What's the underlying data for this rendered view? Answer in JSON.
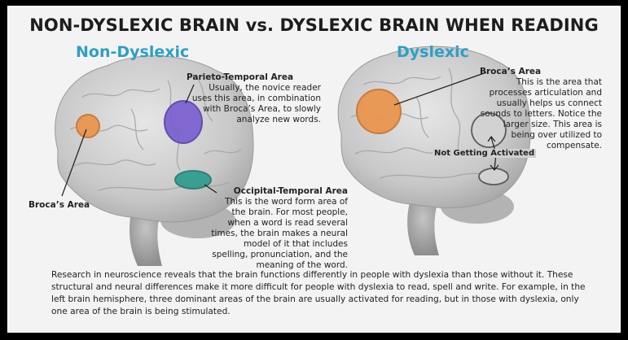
{
  "title": "NON-DYSLEXIC BRAIN vs. DYSLEXIC BRAIN WHEN READING",
  "left": {
    "heading": "Non-Dyslexic",
    "parieto": {
      "name": "Parieto-Temporal Area",
      "text": "Usually, the novice reader uses this area, in combination with Broca’s Area, to slowly analyze new words."
    },
    "occipital": {
      "name": "Occipital-Temporal Area",
      "text": "This is the word form area of the brain. For most people, when a word is read several times, the brain makes a neural model of it that includes spelling, pronunciation, and the meaning of the word."
    },
    "broca": {
      "name": "Broca’s Area"
    }
  },
  "right": {
    "heading": "Dyslexic",
    "broca": {
      "name": "Broca’s Area",
      "text": "This is the area that processes articulation and usually helps us connect sounds to letters. Notice the larger size. This area is being over utilized to compensate."
    },
    "not_activated": "Not Getting Activated"
  },
  "research": "Research in neuroscience reveals that the brain functions differently in people with dyslexia than those without it. These structural and neural differences make it more difficult for people with dyslexia to read, spell and write. For example, in the left brain hemisphere, three dominant areas of the brain are usually activated for reading, but in those with dyslexia, only one area of the brain is being stimulated.",
  "colors": {
    "heading": "#2f9fc4",
    "broca_orange": "#e9964f",
    "parieto_purple": "#7a5fd0",
    "occipital_teal": "#2f9b8e",
    "brain_gray": "#c9c9c9"
  }
}
